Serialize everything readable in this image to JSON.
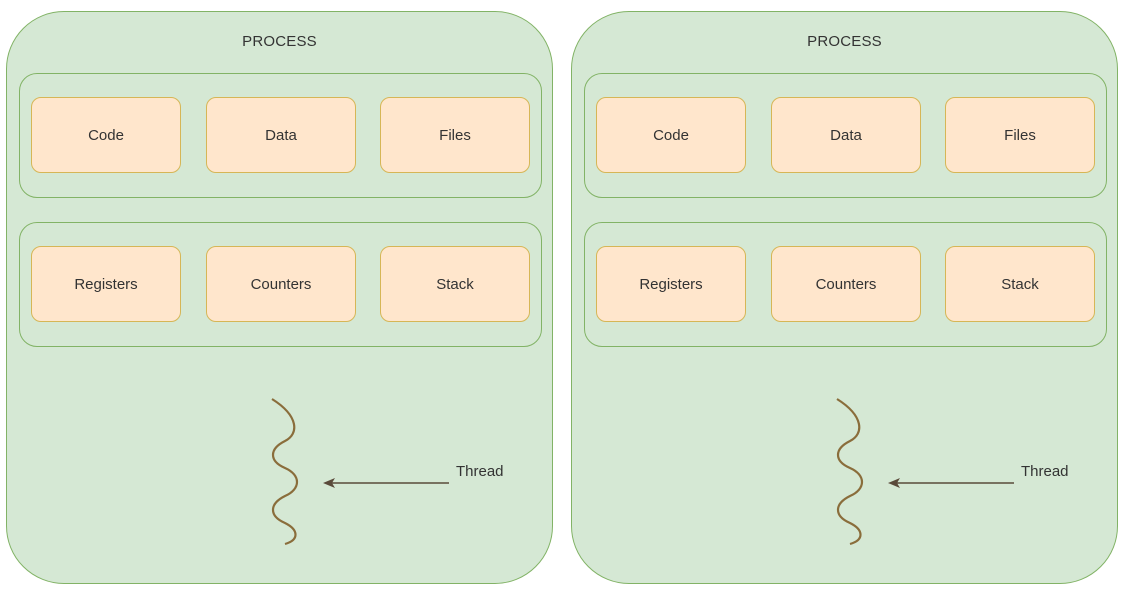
{
  "diagram": {
    "processes": [
      {
        "title": "PROCESS",
        "shared_resources": [
          "Code",
          "Data",
          "Files"
        ],
        "thread_resources": [
          "Registers",
          "Counters",
          "Stack"
        ],
        "thread_label": "Thread"
      },
      {
        "title": "PROCESS",
        "shared_resources": [
          "Code",
          "Data",
          "Files"
        ],
        "thread_resources": [
          "Registers",
          "Counters",
          "Stack"
        ],
        "thread_label": "Thread"
      }
    ],
    "colors": {
      "process_fill": "#d5e8d4",
      "process_border": "#82b366",
      "box_fill": "#ffe6cc",
      "box_border": "#d6b656",
      "thread_line": "#8a6d3b",
      "arrow": "#5a4a3a",
      "text": "#333333"
    }
  }
}
